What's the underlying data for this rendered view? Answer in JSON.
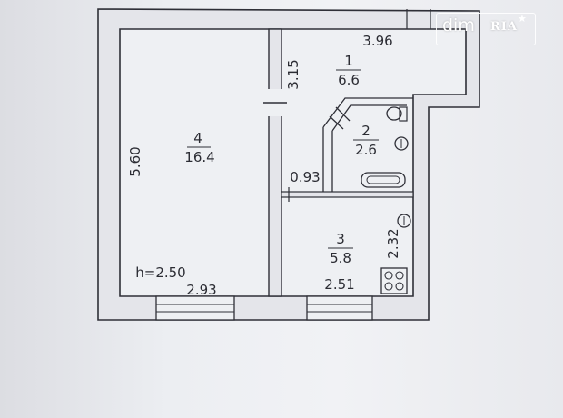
{
  "watermark": {
    "brand": "dim",
    "partner": "RIA"
  },
  "rooms": [
    {
      "number": "1",
      "area": "6.6"
    },
    {
      "number": "2",
      "area": "2.6"
    },
    {
      "number": "3",
      "area": "5.8"
    },
    {
      "number": "4",
      "area": "16.4"
    }
  ],
  "dimensions": {
    "hall_width": "3.96",
    "hall_depth": "3.15",
    "living_length": "5.60",
    "living_width": "2.93",
    "kitchen_width": "2.51",
    "kitchen_depth": "2.32",
    "corridor_gap": "0.93",
    "ceiling_height": "h=2.50"
  },
  "colors": {
    "wall_line": "#2e2f37",
    "wall_fill": "#e4e5ea",
    "room_fill": "#eef0f3"
  }
}
